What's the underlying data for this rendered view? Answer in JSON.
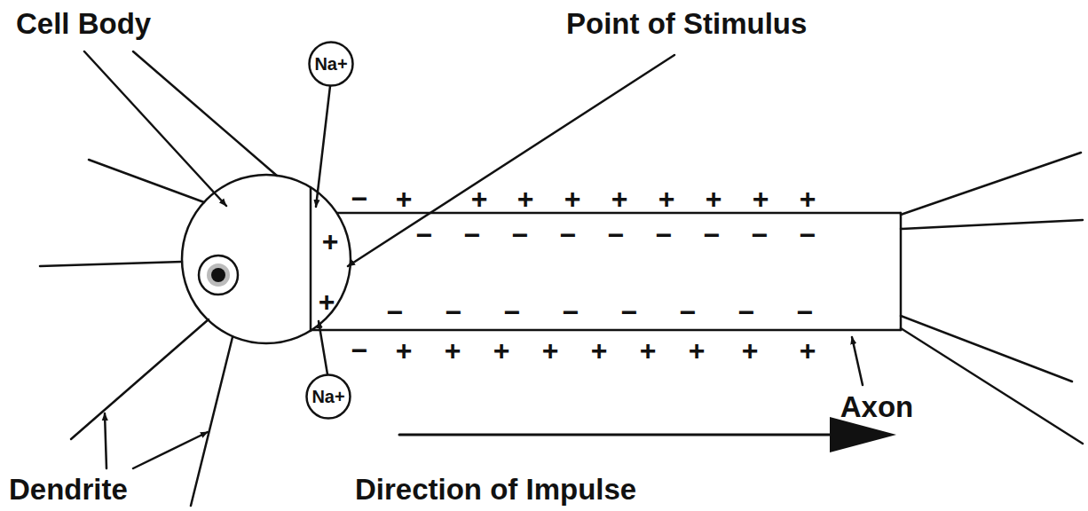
{
  "diagram": {
    "nodes": [
      {
        "text": [
          "Na+"
        ]
      },
      {
        "text": [
          "Na+"
        ]
      }
    ],
    "labels": [
      "Cell Body",
      "Point of Stimulus",
      "−",
      "+",
      "+",
      "+",
      "+",
      "+",
      "+",
      "+",
      "+",
      "+",
      "+",
      "−",
      "−",
      "−",
      "−",
      "−",
      "−",
      "−",
      "−",
      "−",
      "+",
      "−",
      "−",
      "−",
      "−",
      "−",
      "−",
      "−",
      "−",
      "−",
      "+",
      "+",
      "+",
      "+",
      "+",
      "+",
      "+",
      "+",
      "+",
      "Axon",
      "Dendrite",
      "Direction of Impulse"
    ]
  }
}
